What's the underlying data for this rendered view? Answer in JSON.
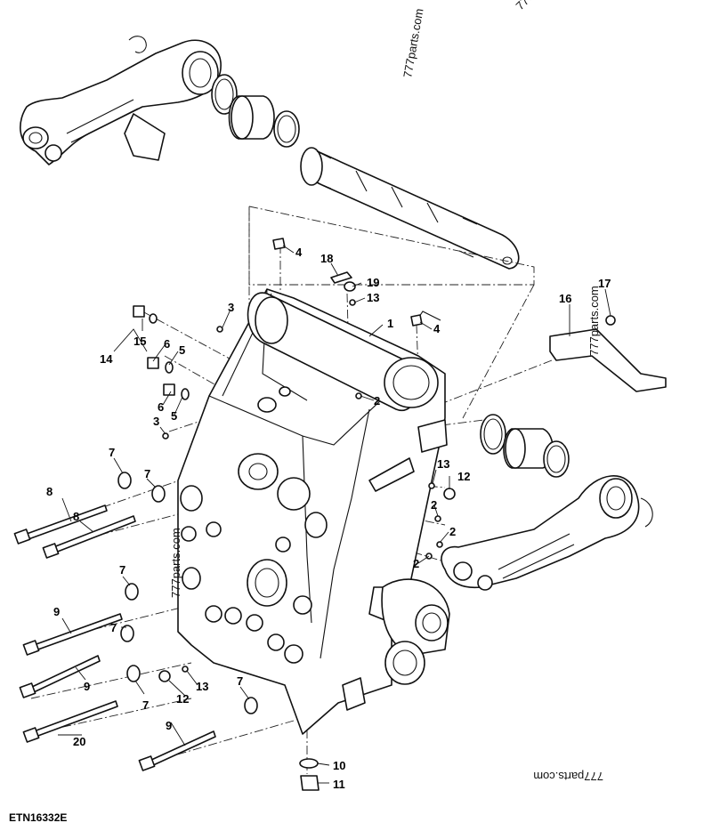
{
  "figure_code": "ETN16332E",
  "watermark": "777parts.com",
  "callouts": [
    {
      "id": "c1",
      "label": "1"
    },
    {
      "id": "c2a",
      "label": "2"
    },
    {
      "id": "c2b",
      "label": "2"
    },
    {
      "id": "c2c",
      "label": "2"
    },
    {
      "id": "c2d",
      "label": "2"
    },
    {
      "id": "c3a",
      "label": "3"
    },
    {
      "id": "c3b",
      "label": "3"
    },
    {
      "id": "c4a",
      "label": "4"
    },
    {
      "id": "c4b",
      "label": "4"
    },
    {
      "id": "c5a",
      "label": "5"
    },
    {
      "id": "c5b",
      "label": "5"
    },
    {
      "id": "c6a",
      "label": "6"
    },
    {
      "id": "c6b",
      "label": "6"
    },
    {
      "id": "c7a",
      "label": "7"
    },
    {
      "id": "c7b",
      "label": "7"
    },
    {
      "id": "c7c",
      "label": "7"
    },
    {
      "id": "c7d",
      "label": "7"
    },
    {
      "id": "c7e",
      "label": "7"
    },
    {
      "id": "c7f",
      "label": "7"
    },
    {
      "id": "c8a",
      "label": "8"
    },
    {
      "id": "c8b",
      "label": "8"
    },
    {
      "id": "c9a",
      "label": "9"
    },
    {
      "id": "c9b",
      "label": "9"
    },
    {
      "id": "c9c",
      "label": "9"
    },
    {
      "id": "c10",
      "label": "10"
    },
    {
      "id": "c11",
      "label": "11"
    },
    {
      "id": "c12a",
      "label": "12"
    },
    {
      "id": "c12b",
      "label": "12"
    },
    {
      "id": "c13a",
      "label": "13"
    },
    {
      "id": "c13b",
      "label": "13"
    },
    {
      "id": "c13c",
      "label": "13"
    },
    {
      "id": "c14",
      "label": "14"
    },
    {
      "id": "c15",
      "label": "15"
    },
    {
      "id": "c16",
      "label": "16"
    },
    {
      "id": "c17",
      "label": "17"
    },
    {
      "id": "c18",
      "label": "18"
    },
    {
      "id": "c19",
      "label": "19"
    },
    {
      "id": "c20",
      "label": "20"
    }
  ]
}
